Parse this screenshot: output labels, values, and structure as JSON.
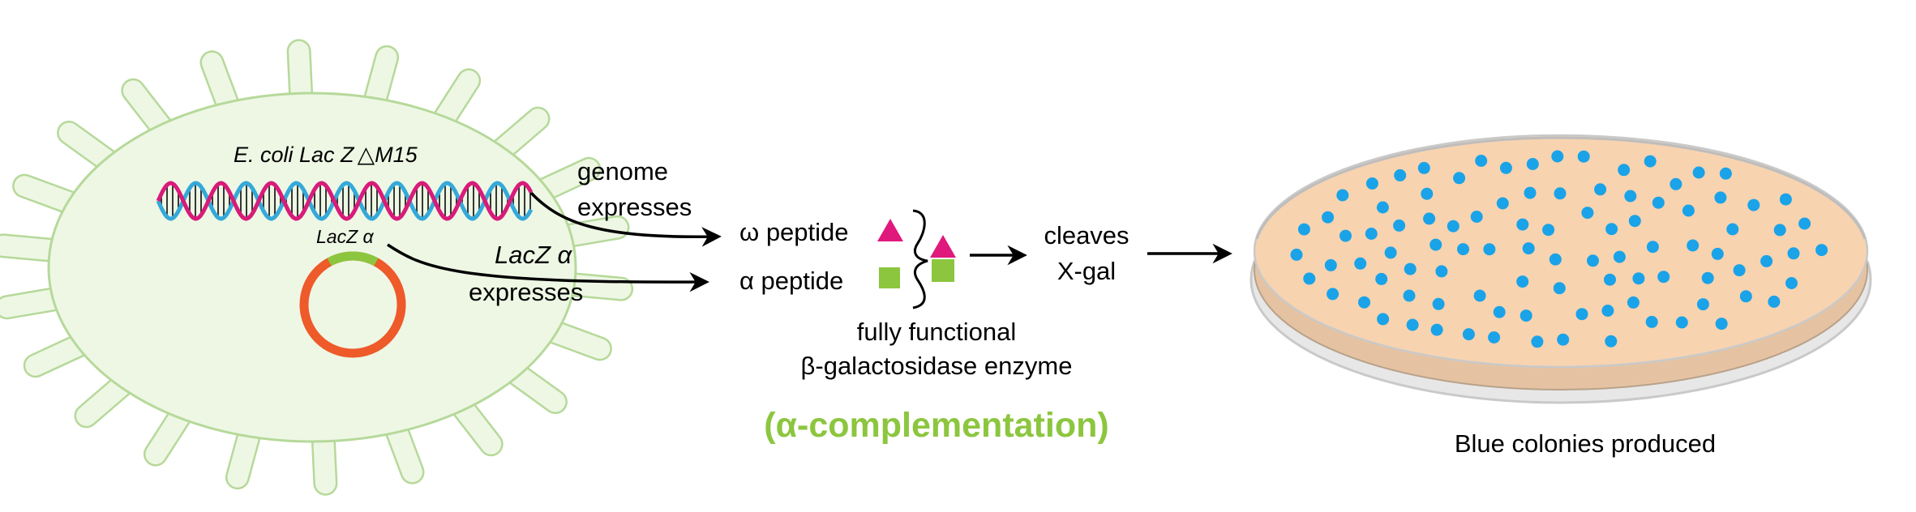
{
  "cell": {
    "strain_label_italic": "E. coli Lac Z",
    "strain_symbol": "△",
    "strain_label_suffix": "M15",
    "plasmid_gene_label": "LacZ α"
  },
  "arrows": {
    "genome_line1": "genome",
    "genome_line2": "expresses",
    "plasmid_line1": "LacZ α",
    "plasmid_line2": "expresses"
  },
  "peptides": {
    "omega": "ω peptide",
    "alpha": "α peptide",
    "enzyme_line1": "fully functional",
    "enzyme_line2": "β-galactosidase enzyme",
    "complementation": "(α-complementation)"
  },
  "reaction": {
    "line1": "cleaves",
    "line2": "X-gal"
  },
  "plate": {
    "caption": "Blue colonies produced",
    "colony_count": 96
  },
  "colors": {
    "cell_fill": "#eef7e4",
    "cell_stroke": "#b6d99a",
    "dna_magenta": "#d81b7a",
    "dna_cyan": "#35a9d9",
    "plasmid_orange": "#ee5a2a",
    "plasmid_green": "#8cc63f",
    "omega_triangle": "#e0197d",
    "alpha_square": "#8cc63f",
    "complementation_text": "#8cc63f",
    "agar": "#f7d3b0",
    "colony": "#1aa3e8"
  }
}
